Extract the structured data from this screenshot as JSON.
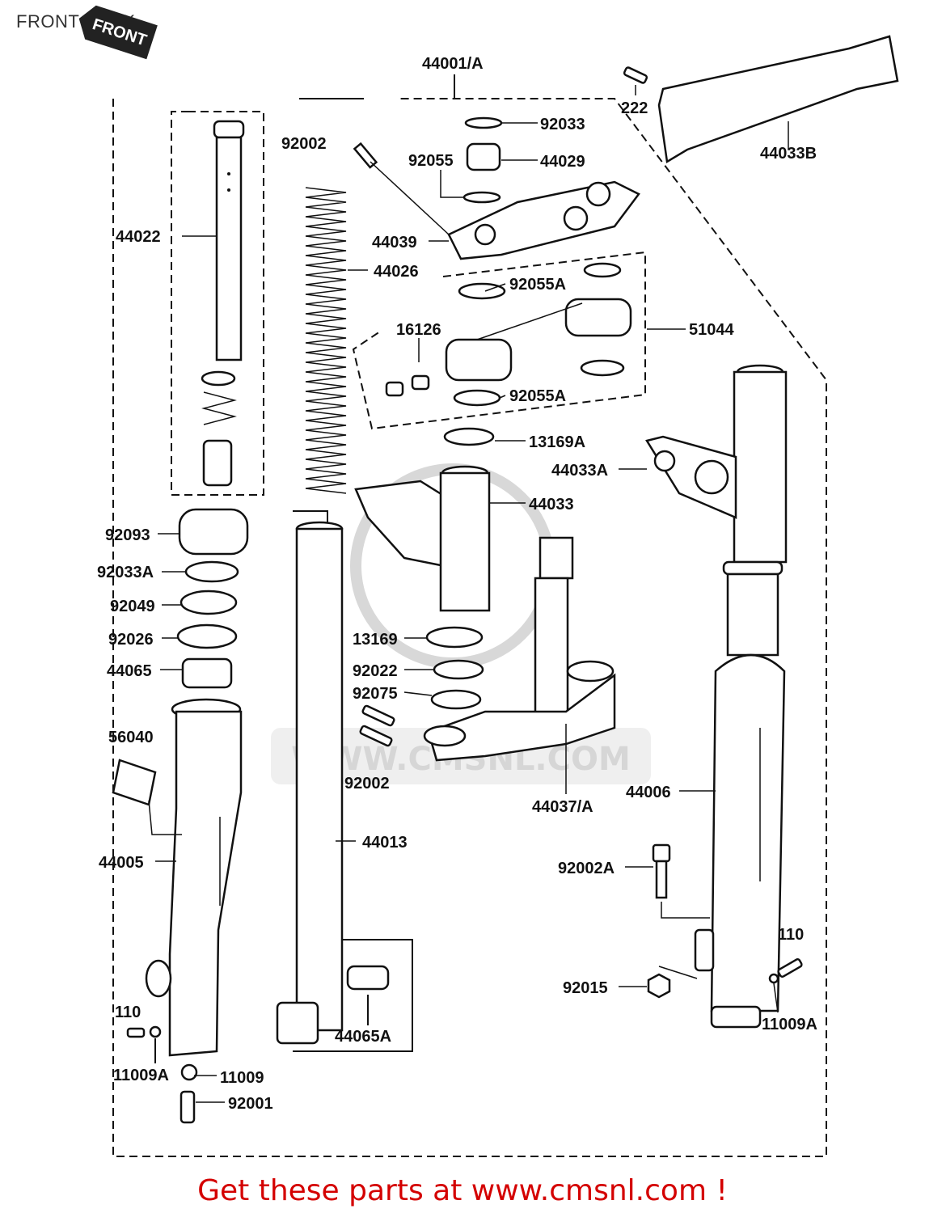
{
  "title": "FRONT FORK",
  "badge": "FRONT",
  "watermark": "WWW.CMSNL.COM",
  "footer": "Get these parts at www.cmsnl.com !",
  "labels": {
    "p44001A": "44001/A",
    "p222": "222",
    "p92033": "92033",
    "p92002_top": "92002",
    "p92055": "92055",
    "p44029": "44029",
    "p44033B": "44033B",
    "p44022": "44022",
    "p44039": "44039",
    "p44026": "44026",
    "p92055A_top": "92055A",
    "p51044": "51044",
    "p16126": "16126",
    "p92055A_bot": "92055A",
    "p13169A": "13169A",
    "p44033A": "44033A",
    "p44033": "44033",
    "p92093": "92093",
    "p92033A": "92033A",
    "p92049": "92049",
    "p92026": "92026",
    "p13169": "13169",
    "p44065": "44065",
    "p92022": "92022",
    "p92075": "92075",
    "p56040": "56040",
    "p92002_mid": "92002",
    "p44037A": "44037/A",
    "p44006": "44006",
    "p44005": "44005",
    "p44013": "44013",
    "p92002A": "92002A",
    "p110_right": "110",
    "p92015": "92015",
    "p11009A_right": "11009A",
    "p110_left": "110",
    "p44065A": "44065A",
    "p11009A_left": "11009A",
    "p11009": "11009",
    "p92001": "92001"
  }
}
